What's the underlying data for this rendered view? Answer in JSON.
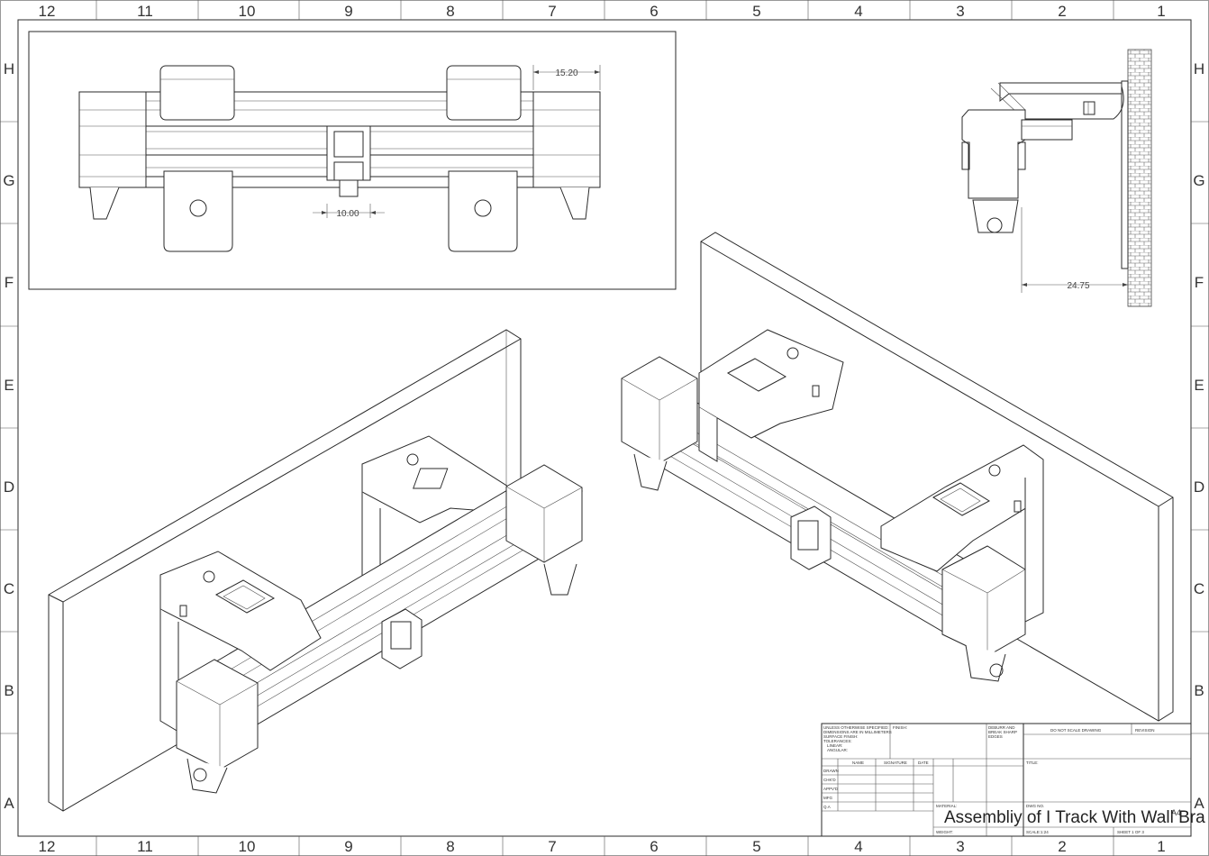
{
  "sheet": {
    "zone_columns": [
      "12",
      "11",
      "10",
      "9",
      "8",
      "7",
      "6",
      "5",
      "4",
      "3",
      "2",
      "1"
    ],
    "zone_rows": [
      "H",
      "G",
      "F",
      "E",
      "D",
      "C",
      "B",
      "A"
    ]
  },
  "top_view": {
    "dimension_1": "15.20",
    "dimension_2": "10.00"
  },
  "side_view": {
    "dimension": "24.75"
  },
  "title_block": {
    "tolerance_note": [
      "UNLESS OTHERWISE SPECIFIED:",
      "DIMENSIONS ARE IN MILLIMETERS",
      "SURFACE FINISH:",
      "TOLERANCES:",
      "LINEAR:",
      "ANGULAR:"
    ],
    "finish_label": "FINISH:",
    "deburr_note": [
      "DEBURR AND",
      "BREAK SHARP",
      "EDGES"
    ],
    "do_not_scale": "DO NOT SCALE DRAWING",
    "revision_label": "REVISION",
    "col_name": "NAME",
    "col_signature": "SIGNATURE",
    "col_date": "DATE",
    "rows": [
      "DRAWN",
      "CHK'D",
      "APPV'D",
      "MFG",
      "Q.A"
    ],
    "title_label": "TITLE:",
    "material_label": "MATERIAL:",
    "dwg_no_label": "DWG NO.",
    "drawing_title": "Assembliy of I Track With Wall Bra",
    "size": "A4",
    "weight_label": "WEIGHT:",
    "scale_label": "SCALE:1:24",
    "sheet_label": "SHEET 1 OF 3"
  }
}
